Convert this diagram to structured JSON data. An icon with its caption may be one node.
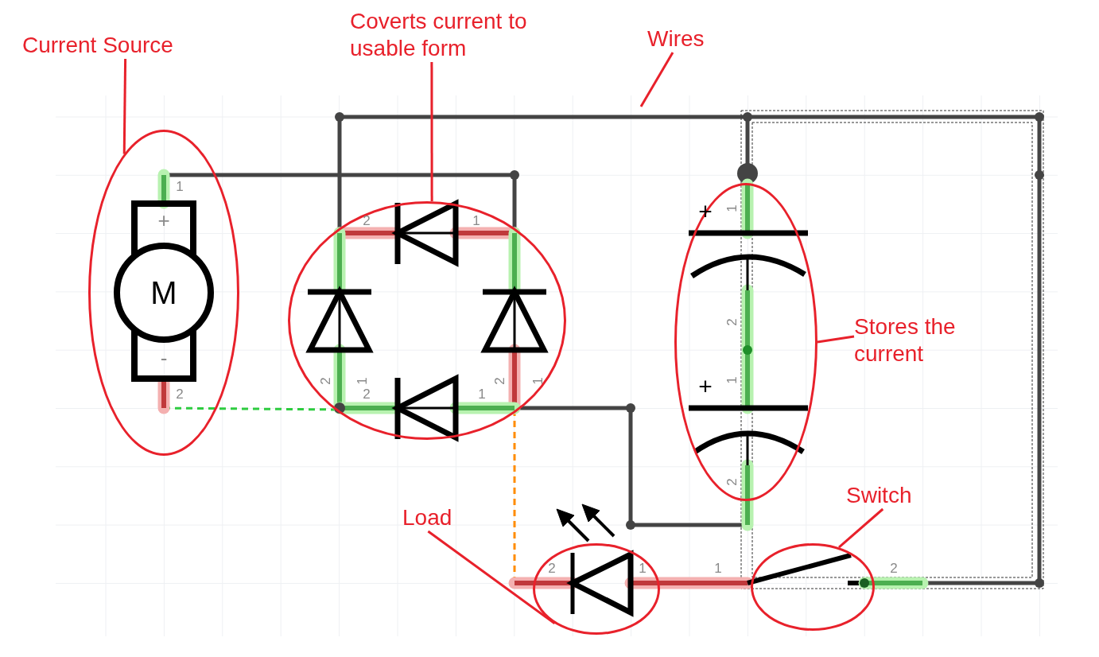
{
  "diagram": {
    "nodes": [
      {
        "text": [
          "Current Source"
        ]
      },
      {
        "text": [],
        "shape": "ellipse"
      },
      {
        "text": [
          "Coverts current to usable form"
        ]
      },
      {
        "text": [],
        "shape": "ellipse"
      },
      {
        "text": [
          "Wires"
        ]
      },
      {
        "text": [
          "Stores the current"
        ]
      },
      {
        "text": [],
        "shape": "ellipse"
      },
      {
        "text": [
          "Switch"
        ]
      },
      {
        "text": [],
        "shape": "ellipse"
      },
      {
        "text": [
          "Load"
        ]
      },
      {
        "text": [],
        "shape": "ellipse"
      }
    ],
    "edges": [
      {
        "from": 0,
        "to": 1,
        "arrow": "none"
      },
      {
        "from": 2,
        "to": 3,
        "arrow": "none"
      },
      {
        "from": 4,
        "to": null,
        "arrow": "none"
      },
      {
        "from": 5,
        "to": 6,
        "arrow": "none"
      },
      {
        "from": 7,
        "to": 8,
        "arrow": "none"
      },
      {
        "from": 9,
        "to": 10,
        "arrow": "none"
      }
    ],
    "labels": [
      "1",
      "+",
      "2",
      "1",
      "+",
      "1",
      "M",
      "2",
      "-",
      "2",
      "2",
      "1",
      "2",
      "1",
      "2",
      "1",
      "+",
      "1",
      "2",
      "2",
      "1",
      "1",
      "2"
    ]
  }
}
